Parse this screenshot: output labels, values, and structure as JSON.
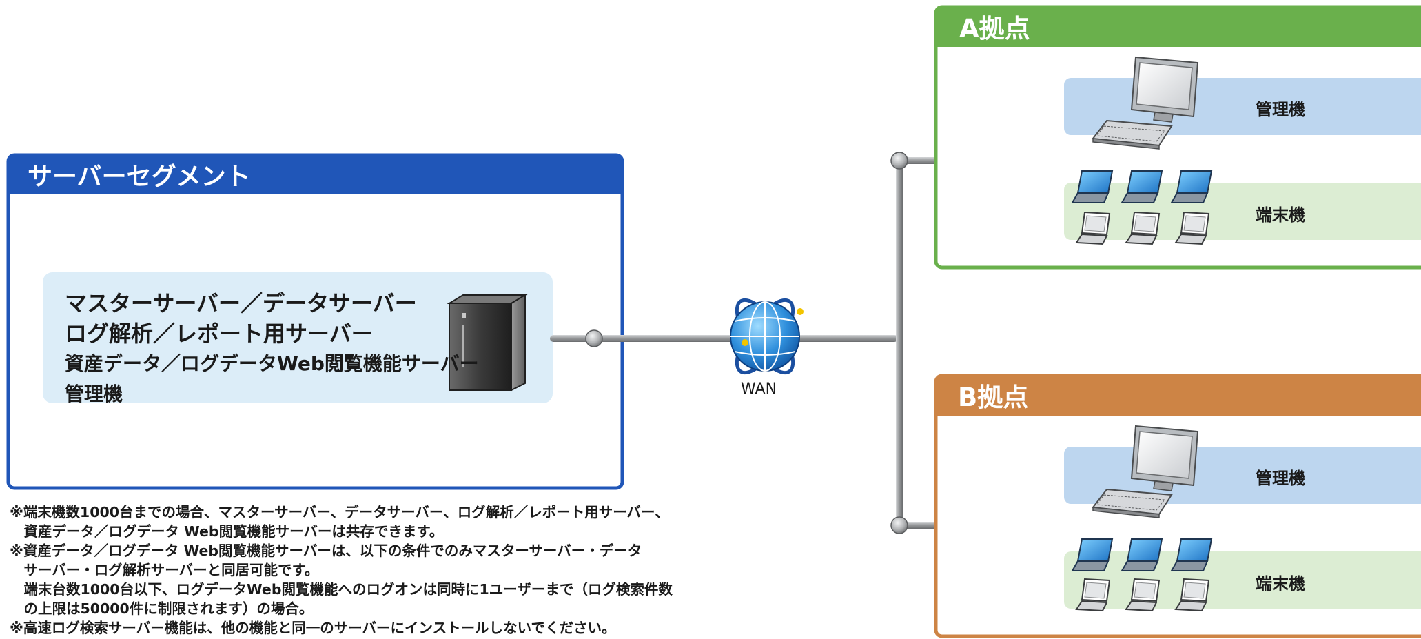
{
  "server_segment": {
    "title": "サーバーセグメント",
    "roles": [
      "マスターサーバー／データサーバー",
      "ログ解析／レポート用サーバー",
      "資産データ／ログデータWeb閲覧機能サーバー",
      "管理機"
    ]
  },
  "wan": {
    "label": "WAN"
  },
  "sites": [
    {
      "title": "A拠点",
      "admin_label": "管理機",
      "terminal_label": "端末機",
      "color": "#6ab04c"
    },
    {
      "title": "B拠点",
      "admin_label": "管理機",
      "terminal_label": "端末機",
      "color": "#cd8445"
    }
  ],
  "colors": {
    "segment_header": "#2056b8",
    "segment_inner": "#dcedf8",
    "admin_band": "#bdd6ef",
    "terminal_band": "#dcedd3",
    "network_line": "#909294"
  },
  "notes": [
    "※端末機数1000台までの場合、マスターサーバー、データサーバー、ログ解析／レポート用サーバー、",
    "　資産データ／ログデータ Web閲覧機能サーバーは共存できます。",
    "※資産データ／ログデータ Web閲覧機能サーバーは、以下の条件でのみマスターサーバー・データ",
    "　サーバー・ログ解析サーバーと同居可能です。",
    "　端末台数1000台以下、ログデータWeb閲覧機能へのログオンは同時に1ユーザーまで（ログ検索件数",
    "　の上限は50000件に制限されます）の場合。",
    "※高速ログ検索サーバー機能は、他の機能と同一のサーバーにインストールしないでください。"
  ]
}
